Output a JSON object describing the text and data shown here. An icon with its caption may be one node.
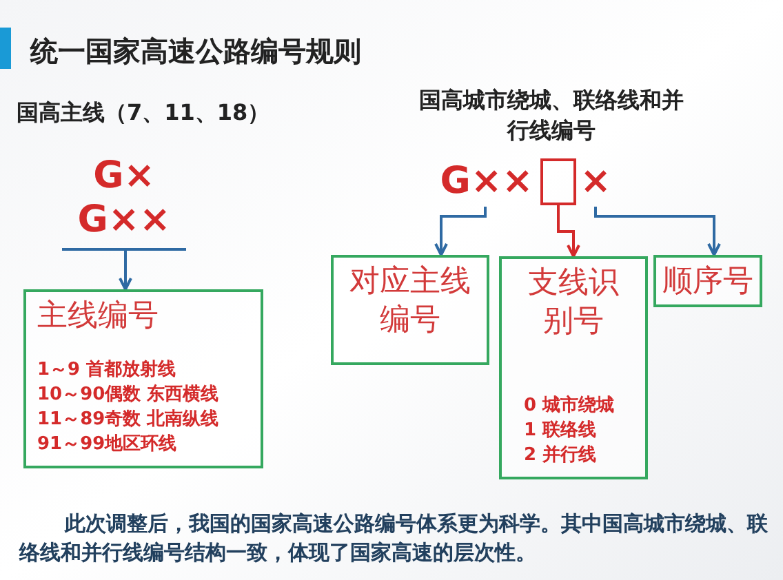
{
  "diagram": {
    "title": "统一国家高速公路编号规则",
    "nodes": [
      {
        "text": [
          "G×",
          "G××"
        ]
      },
      {
        "text": [
          "主线编号",
          "1～9 首都放射线",
          "10～90偶数 东西横线",
          "11～89奇数 北南纵线",
          "91～99地区环线"
        ]
      },
      {
        "text": [
          "G××"
        ]
      },
      {
        "text": [],
        "shape": "box"
      },
      {
        "text": [
          "×"
        ]
      },
      {
        "text": [
          "对应主线编号"
        ]
      },
      {
        "text": [
          "支线识别号",
          "0 城市绕城",
          "1 联络线",
          "2 并行线"
        ]
      },
      {
        "text": [
          "顺序号"
        ]
      }
    ],
    "edges": [
      {
        "from": 0,
        "to": 1,
        "arrow": "to"
      },
      {
        "from": 2,
        "to": 5,
        "arrow": "to"
      },
      {
        "from": 3,
        "to": 6,
        "arrow": "to",
        "color": "#d42a2a"
      },
      {
        "from": 4,
        "to": 7,
        "arrow": "to"
      }
    ],
    "labels": [
      "国高主线（7、11、18）",
      "国高城市绕城、联络线和并行线编号"
    ],
    "caption": "此次调整后，我国的国家高速公路编号体系更为科学。其中国高城市绕城、联络线和并行线编号结构一致，体现了国家高速的层次性。"
  }
}
